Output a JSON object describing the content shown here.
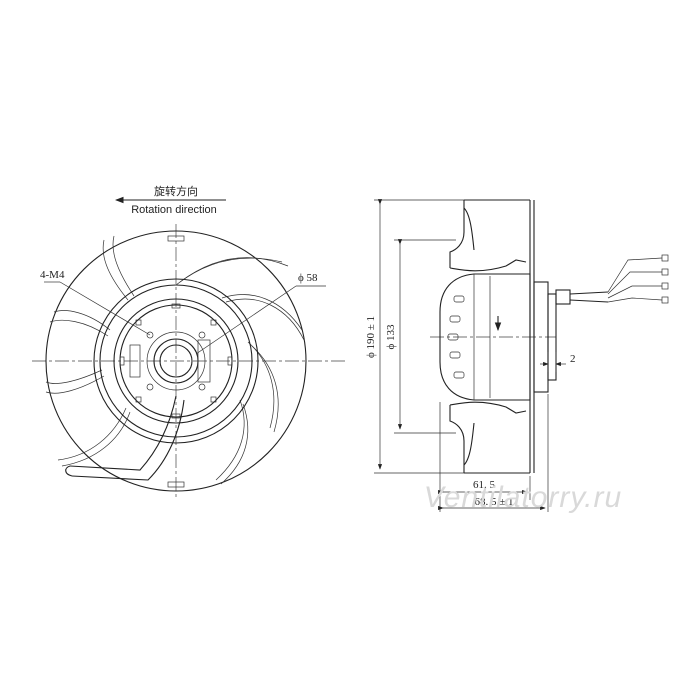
{
  "front_view": {
    "rotation_label_cn": "旋转方向",
    "rotation_label_en": "Rotation direction",
    "callout_holes": "4-M4",
    "callout_diameter": "ϕ 58"
  },
  "side_view": {
    "dim_outer_diameter": "ϕ 190 ± 1",
    "dim_inner_diameter": "ϕ 133",
    "dim_offset": "2",
    "dim_depth_short": "61. 5",
    "dim_depth_total": "68. 5 ± 1"
  },
  "watermark": "Ventilatorry.ru"
}
